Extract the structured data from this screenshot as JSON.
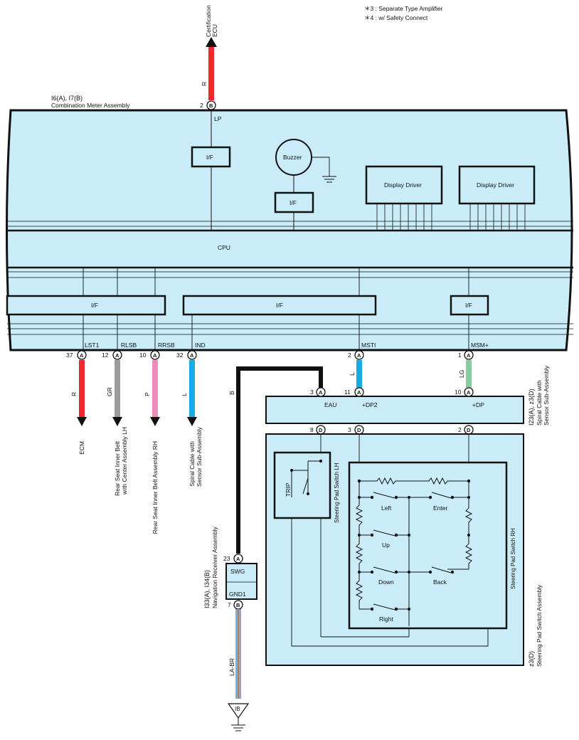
{
  "notes": {
    "note3": "＊3 : Separate Type Amplifier",
    "note4": "＊4 : w/ Safety Connect"
  },
  "colors": {
    "panel": "#c9ecf8",
    "wire_red": "#ee2a2e",
    "wire_gray": "#9b9b9b",
    "wire_pink": "#ef8ab9",
    "wire_blue": "#1aaae6",
    "wire_green": "#86cf9d",
    "wire_black": "#111111"
  },
  "meter": {
    "connector": "I6(A), I7(B)",
    "name": "Combination Meter Assembly",
    "lp_terminal": "LP",
    "cpu": "CPU",
    "if": "I/F",
    "buzzer": "Buzzer",
    "display_driver": "Display Driver",
    "pins": {
      "lst1": "LST1",
      "rlsb": "RLSB",
      "rrsb": "RRSB",
      "ind": "IND",
      "msti": "MSTI",
      "msm": "MSM+"
    }
  },
  "certification": {
    "line1": "Certification",
    "line2": "ECU",
    "wire": "R",
    "pin": "2",
    "conn": "B"
  },
  "outputs": [
    {
      "pin": "37",
      "conn": "A",
      "wire": "R",
      "dest1": "ECM",
      "dest2": ""
    },
    {
      "pin": "12",
      "conn": "A",
      "wire": "GR",
      "dest1": "Rear Seat Inner Belt",
      "dest2": "with Center Assembly LH"
    },
    {
      "pin": "10",
      "conn": "A",
      "wire": "P",
      "dest1": "Rear Seat Inner Belt Assembly RH",
      "dest2": ""
    },
    {
      "pin": "32",
      "conn": "A",
      "wire": "L",
      "dest1": "Spiral Cable with",
      "dest2": "Sensor Sub-Assembly"
    }
  ],
  "msti": {
    "pin": "2",
    "conn": "A",
    "wire": "L"
  },
  "msm": {
    "pin": "1",
    "conn": "A",
    "wire": "LG"
  },
  "black_wire": "B",
  "spiral": {
    "connector": "I23(A), z3(D)",
    "name1": "Spiral Cable with",
    "name2": "Sensor Sub-Assembly",
    "eau": "EAU",
    "dp2": "+DP2",
    "dp": "+DP",
    "pin_eau": "3",
    "pin_dp2": "11",
    "pin_dp": "10",
    "pin_d8": "8",
    "pin_d3": "3",
    "pin_d2": "2",
    "conn_a": "A",
    "conn_d": "D"
  },
  "steering": {
    "connector": "z3(D)",
    "name": "Steering Pad Switch Assembly",
    "lh": "Steering Pad Switch LH",
    "rh": "Steering Pad Switch RH",
    "trip": "TRIP",
    "left": "Left",
    "enter": "Enter",
    "up": "Up",
    "down": "Down",
    "back": "Back",
    "right": "Right"
  },
  "nav": {
    "connector": "I33(A), I34(B)",
    "name": "Navigation Receiver Assembly",
    "swg": "SWG",
    "gnd1": "GND1",
    "pin_swg": "23",
    "conn_swg": "A",
    "pin_gnd": "7",
    "conn_gnd": "B",
    "wire": "LA-BR",
    "ground": "IB"
  }
}
